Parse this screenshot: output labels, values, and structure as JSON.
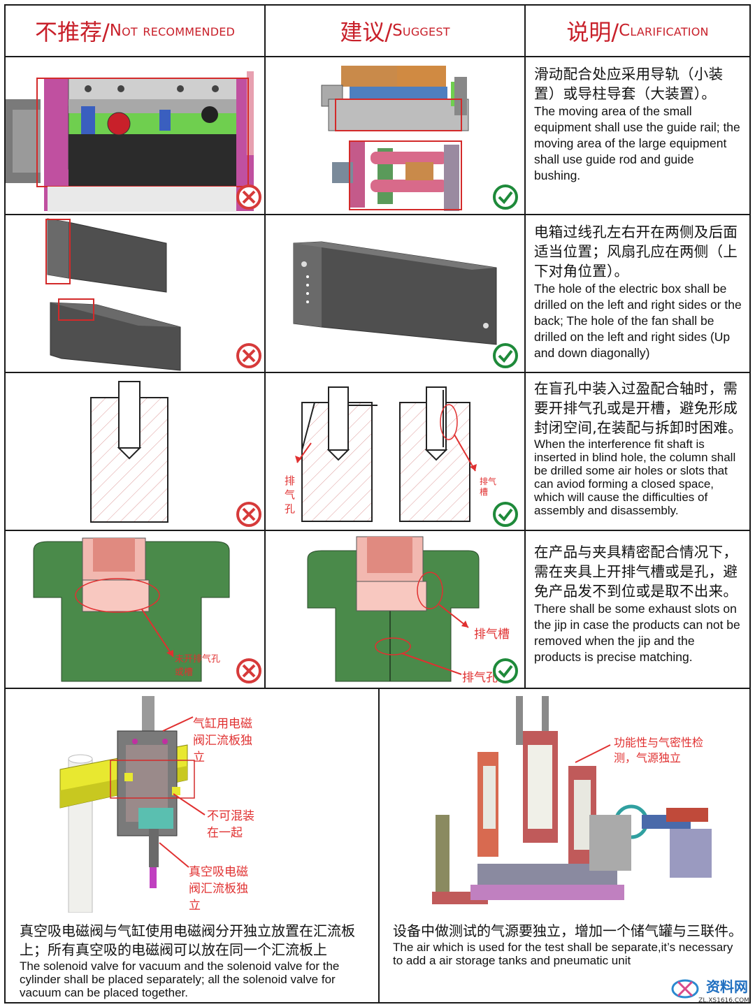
{
  "header": {
    "not_recommended_zh": "不推荐/",
    "not_recommended_en": "Not recommended",
    "suggest_zh": "建议/",
    "suggest_en": "Suggest",
    "clarification_zh": "说明/",
    "clarification_en": "Clarification"
  },
  "rows": [
    {
      "zh": "滑动配合处应采用导轨（小装置）或导柱导套（大装置）。",
      "en": "The moving area of the small equipment shall use the guide rail; the moving area of the large equipment shall use guide rod and guide bushing."
    },
    {
      "zh": "电箱过线孔左右开在两侧及后面适当位置；风扇孔应在两侧（上下对角位置）。",
      "en": "The hole of the electric box shall be drilled on the left and right sides or the back; The hole of the fan shall be drilled on the left and right sides (Up and down diagonally)"
    },
    {
      "zh": "在盲孔中装入过盈配合轴时，需要开排气孔或是开槽，避免形成封闭空间,在装配与拆卸时困难。",
      "en": "When the interference fit shaft is inserted in blind hole, the column shall be drilled some air holes or slots that can aviod forming a closed space, which will cause the difficulties of assembly and disassembly.",
      "label_hole_1": "排",
      "label_hole_2": "气",
      "label_hole_3": "孔",
      "label_slot_1": "排气",
      "label_slot_2": "槽"
    },
    {
      "zh": "在产品与夹具精密配合情况下，需在夹具上开排气槽或是孔，避免产品发不到位或是取不出来。",
      "en": "There shall be some exhaust slots on the jip in case the products can not be removed when the jip and the products is precise matching.",
      "label_bad_1": "未开排气孔",
      "label_bad_2": "或槽",
      "label_good_slot": "排气槽",
      "label_good_hole": "排气孔"
    }
  ],
  "bottom_left": {
    "label_1a": "气缸用电磁",
    "label_1b": "阀汇流板独",
    "label_1c": "立",
    "label_2a": "不可混装",
    "label_2b": "在一起",
    "label_3a": "真空吸电磁",
    "label_3b": "阀汇流板独",
    "label_3c": "立",
    "zh": "真空吸电磁阀与气缸使用电磁阀分开独立放置在汇流板上；所有真空吸的电磁阀可以放在同一个汇流板上",
    "en": "The solenoid valve for vacuum and the solenoid valve for the cylinder shall be placed separately; all the solenoid valve for vacuum can be placed together."
  },
  "bottom_right": {
    "label_a": "功能性与气密性检",
    "label_b": "测，气源独立",
    "zh": "设备中做测试的气源要独立，增加一个储气罐与三联件。",
    "en": "The air which is used for the test shall be separate,it’s necessary to add a air storage tanks and pneumatic unit"
  },
  "watermark": {
    "text_big": "资料网",
    "text_small": "ZL.XS1616.COM"
  },
  "colors": {
    "red": "#c8202a",
    "check_green": "#1e8a3a",
    "cross_red": "#d63a3a",
    "model_green": "#4a8a4a",
    "model_gray": "#5a5a5a"
  }
}
